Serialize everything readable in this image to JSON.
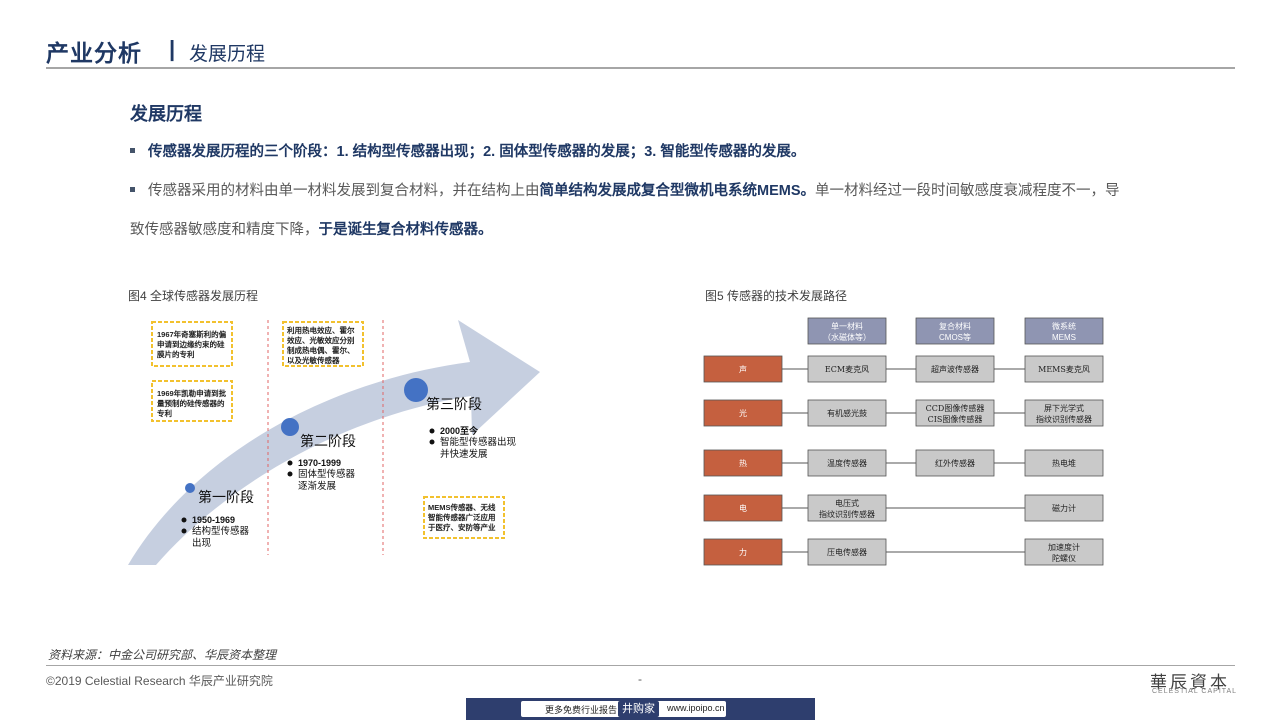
{
  "header": {
    "title": "产业分析",
    "separator": "|",
    "subtitle": "发展历程"
  },
  "section_title": "发展历程",
  "bullets": {
    "b1": "传感器发展历程的三个阶段：1. 结构型传感器出现；2. 固体型传感器的发展；3. 智能型传感器的发展。",
    "b2_a": "传感器采用的材料由单一材料发展到复合材料，并在结构上由",
    "b2_em1": "简单结构发展成复合型微机电系统MEMS。",
    "b2_b": "单一材料经过一段时间敏感度衰减程度不一，导致传感器敏感度和精度下降，",
    "b2_em2": "于是诞生复合材料传感器。"
  },
  "fig4": {
    "caption": "图4 全球传感器发展历程",
    "notes": [
      {
        "lines": [
          "1967年奇塞斯利的偏",
          "申请到边缘约束的硅",
          "膜片的专利"
        ]
      },
      {
        "lines": [
          "1969年凯勒申请到批",
          "量预制的硅传感器的",
          "专利"
        ]
      },
      {
        "lines": [
          "利用热电效应、霍尔",
          "效应、光敏效应分别",
          "制成热电偶、霍尔、",
          "以及光敏传感器"
        ]
      },
      {
        "lines": [
          "MEMS传感器、无线",
          "智能传感器广泛应用",
          "于医疗、安防等产业"
        ]
      }
    ],
    "stages": [
      {
        "name": "第一阶段",
        "items": [
          "1950-1969",
          "结构型传感器",
          "出现"
        ]
      },
      {
        "name": "第二阶段",
        "items": [
          "1970-1999",
          "固体型传感器",
          "逐渐发展"
        ]
      },
      {
        "name": "第三阶段",
        "items": [
          "2000至今",
          "智能型传感器出现",
          "并快速发展"
        ]
      }
    ]
  },
  "fig5": {
    "caption": "图5 传感器的技术发展路径",
    "col_headers": [
      [
        "单一材料",
        "（水磁体等）"
      ],
      [
        "复合材料",
        "CMOS等"
      ],
      [
        "微系统",
        "MEMS"
      ]
    ],
    "rows": [
      {
        "label": "声",
        "cells": [
          [
            "ECM麦克风"
          ],
          [
            "超声波传感器"
          ],
          [
            "MEMS麦克风"
          ]
        ]
      },
      {
        "label": "光",
        "cells": [
          [
            "有机感光鼓"
          ],
          [
            "CCD图像传感器",
            "CIS图像传感器"
          ],
          [
            "屏下光学式",
            "指纹识别传感器"
          ]
        ]
      },
      {
        "label": "热",
        "cells": [
          [
            "温度传感器"
          ],
          [
            "红外传感器"
          ],
          [
            "热电堆"
          ]
        ]
      },
      {
        "label": "电",
        "cells": [
          [
            "电压式",
            "指纹识别传感器"
          ],
          [],
          [
            "磁力计"
          ]
        ]
      },
      {
        "label": "力",
        "cells": [
          [
            "压电传感器"
          ],
          [],
          [
            "加速度计",
            "陀螺仪"
          ]
        ]
      }
    ],
    "colors": {
      "label_fill": "#c5603f",
      "header_fill": "#8f95b2",
      "cell_fill": "#c9c9c9"
    }
  },
  "source": "资料来源：中金公司研究部、华辰资本整理",
  "footer": {
    "copyright": "©2019 Celestial Research 华辰产业研究院",
    "dash": "-",
    "logo_cn": "華辰資本",
    "logo_en": "CELESTIAL CAPITAL"
  },
  "banner": {
    "text": "更多免费行业报告",
    "tag": "井购家",
    "url": "www.ipoipo.cn"
  },
  "colors": {
    "brand_navy": "#1f3864",
    "arrow": "#c6cfe0",
    "dot": "#4472c4",
    "note_border": "#f2c12e",
    "divider": "#e06666"
  }
}
